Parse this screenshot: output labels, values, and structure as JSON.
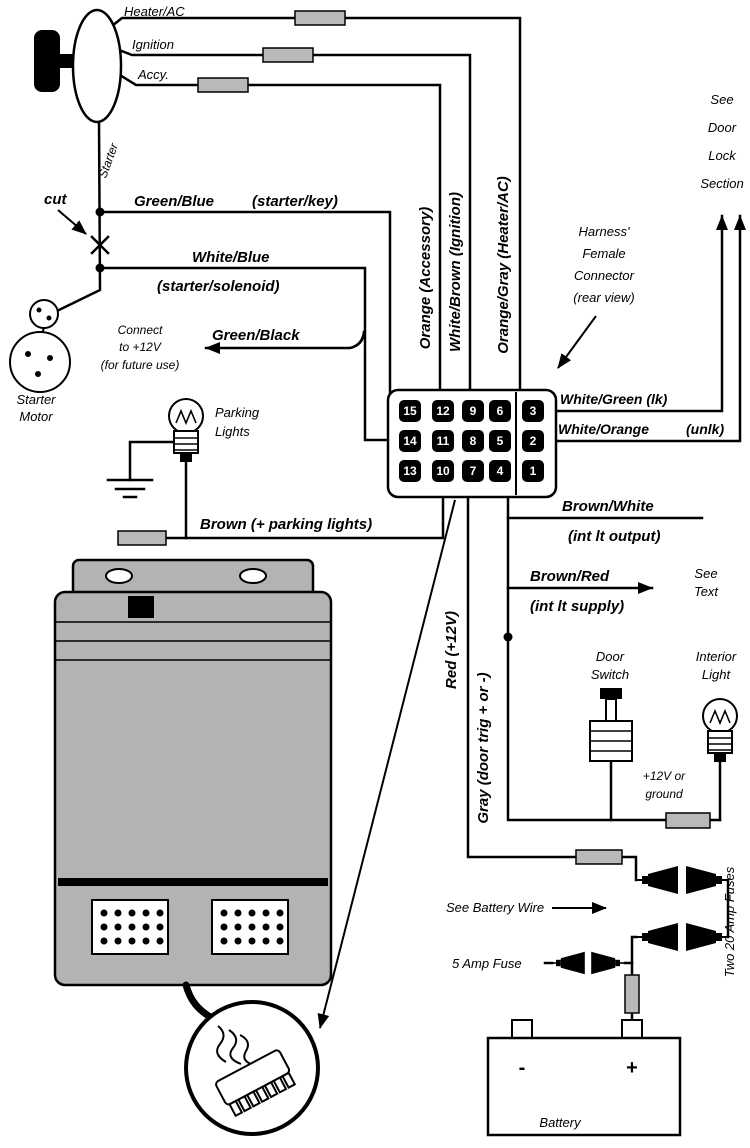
{
  "colors": {
    "splice_gray": "#b9b9b9",
    "module_gray": "#b3b3b3",
    "line": "#000000"
  },
  "ignition_area": {
    "heater_ac": "Heater/AC",
    "ignition": "Ignition",
    "accy": "Accy.",
    "starter": "Starter"
  },
  "starter_area": {
    "cut": "cut",
    "green_blue": "Green/Blue",
    "starter_key": "(starter/key)",
    "white_blue": "White/Blue",
    "starter_solenoid": "(starter/solenoid)",
    "green_black": "Green/Black",
    "connect_l1": "Connect",
    "connect_l2": "to +12V",
    "connect_l3": "(for future use)",
    "motor_l1": "Starter",
    "motor_l2": "Motor"
  },
  "parking_area": {
    "l1": "Parking",
    "l2": "Lights",
    "brown": "Brown (+ parking lights)"
  },
  "harness_area": {
    "orange_accessory": "Orange (Accessory)",
    "white_brown": "White/Brown (Ignition)",
    "orange_gray": "Orange/Gray (Heater/AC)",
    "l1": "Harness'",
    "l2": "Female",
    "l3": "Connector",
    "l4": "(rear view)",
    "pins_r1": [
      "15",
      "12",
      "9",
      "6",
      "3"
    ],
    "pins_r2": [
      "14",
      "11",
      "8",
      "5",
      "2"
    ],
    "pins_r3": [
      "13",
      "10",
      "7",
      "4",
      "1"
    ]
  },
  "door_lock_area": {
    "l1": "See",
    "l2": "Door",
    "l3": "Lock",
    "l4": "Section",
    "white_green": "White/Green (lk)",
    "white_orange": "White/Orange",
    "unlk": "(unlk)"
  },
  "interior_area": {
    "brown_white": "Brown/White",
    "int_lt_output": "(int lt output)",
    "brown_red": "Brown/Red",
    "int_lt_supply": "(int lt supply)",
    "see_l1": "See",
    "see_l2": "Text",
    "red_12v": "Red (+12V)",
    "gray_door": "Gray (door trig + or -)",
    "door_l1": "Door",
    "door_l2": "Switch",
    "int_l1": "Interior",
    "int_l2": "Light",
    "v12_l1": "+12V or",
    "v12_l2": "ground"
  },
  "battery_area": {
    "see_battery": "See Battery Wire",
    "five_amp": "5 Amp Fuse",
    "two_20": "Two 20 Amp Fuses",
    "battery": "Battery",
    "minus": "-",
    "plus": "+"
  }
}
